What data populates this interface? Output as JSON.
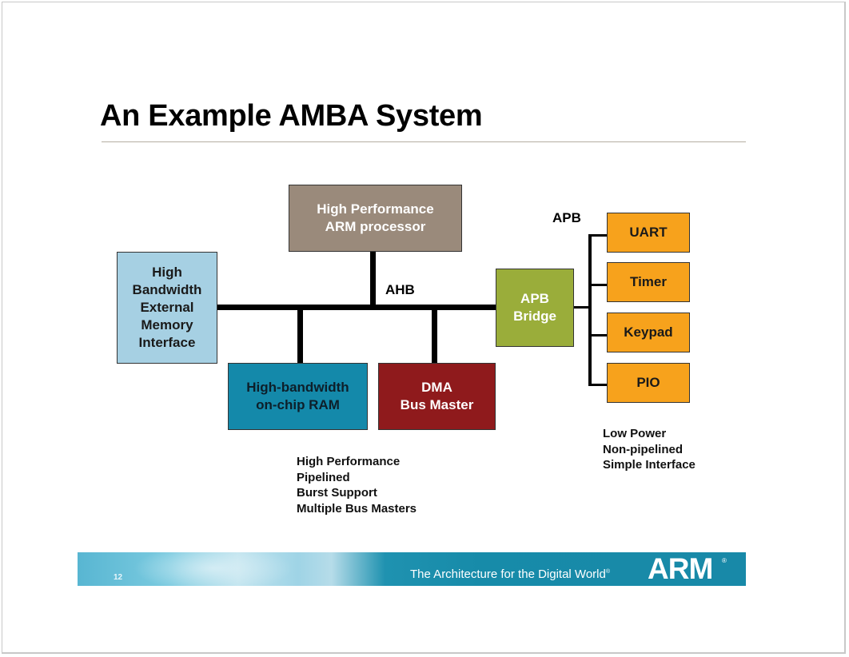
{
  "slide": {
    "title": "An Example AMBA System",
    "page_number": "12"
  },
  "diagram": {
    "buses": {
      "ahb_label": "AHB",
      "apb_label": "APB"
    },
    "blocks": {
      "cpu": {
        "label": "High Performance\nARM processor",
        "color": "#9a8a7b",
        "text_color": "#ffffff"
      },
      "ext_mem": {
        "label": "High\nBandwidth\nExternal\nMemory\nInterface",
        "color": "#a6d0e3",
        "text_color": "#1a1a1a"
      },
      "ram": {
        "label": "High-bandwidth\non-chip RAM",
        "color": "#1489aa",
        "text_color": "#0d1f2a"
      },
      "dma": {
        "label": "DMA\nBus Master",
        "color": "#8f1a1c",
        "text_color": "#ffffff"
      },
      "bridge": {
        "label": "APB\nBridge",
        "color": "#9aad3a",
        "text_color": "#ffffff"
      }
    },
    "peripherals": [
      {
        "label": "UART"
      },
      {
        "label": "Timer"
      },
      {
        "label": "Keypad"
      },
      {
        "label": "PIO"
      }
    ],
    "peripheral_color": "#f7a21c",
    "ahb_notes": "High Performance\nPipelined\nBurst Support\nMultiple Bus Masters",
    "apb_notes": "Low Power\nNon-pipelined\nSimple Interface"
  },
  "footer": {
    "tagline": "The Architecture for the Digital World",
    "tagline_mark": "®",
    "logo": "ARM",
    "logo_mark": "®"
  }
}
